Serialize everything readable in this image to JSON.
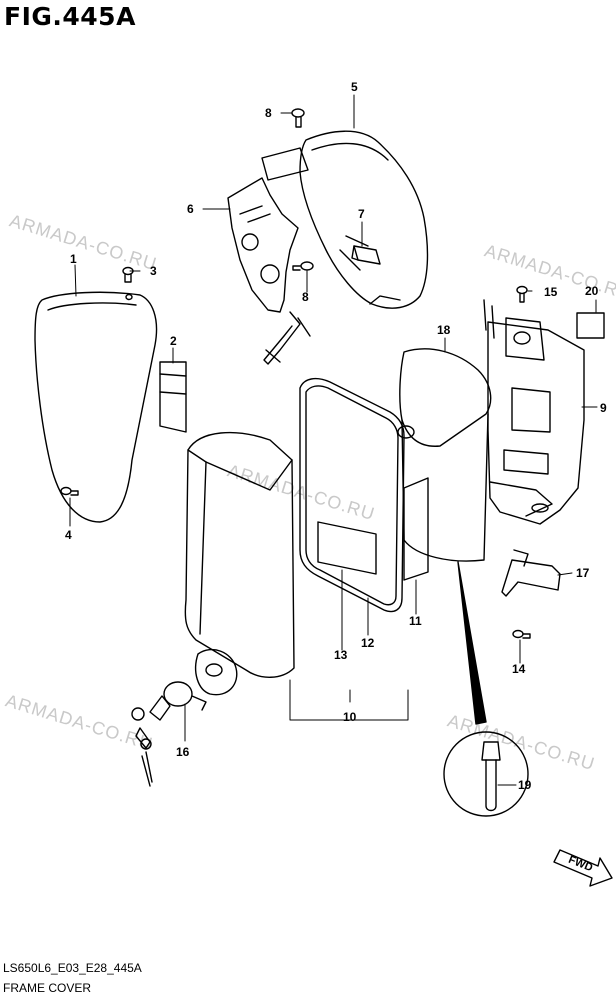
{
  "figure_id": "FIG.445A",
  "watermark": "ARMADA-CO.RU",
  "drawing_code": "LS650L6_E03_E28_445A",
  "caption": "FRAME COVER",
  "fwd_label": "FWD",
  "callouts": {
    "c1": "1",
    "c2": "2",
    "c3": "3",
    "c4": "4",
    "c5": "5",
    "c6": "6",
    "c7": "7",
    "c8a": "8",
    "c8b": "8",
    "c9": "9",
    "c10": "10",
    "c11": "11",
    "c12": "12",
    "c13": "13",
    "c14": "14",
    "c15": "15",
    "c16": "16",
    "c17": "17",
    "c18": "18",
    "c19": "19",
    "c20": "20"
  }
}
